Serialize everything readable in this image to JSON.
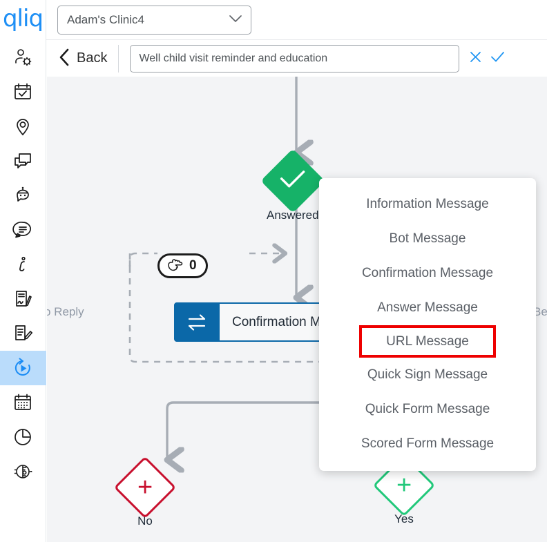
{
  "brand": {
    "logo_text": "qliq",
    "logo_color": "#1e8ff5"
  },
  "sidebar": {
    "items": [
      {
        "name": "user-settings",
        "icon": "user-gear-icon",
        "active": false
      },
      {
        "name": "tasks",
        "icon": "calendar-check-icon",
        "active": false
      },
      {
        "name": "location",
        "icon": "map-pin-icon",
        "active": false
      },
      {
        "name": "conversations",
        "icon": "chat-bubbles-icon",
        "active": false
      },
      {
        "name": "bot",
        "icon": "robot-icon",
        "active": false
      },
      {
        "name": "messages",
        "icon": "comment-lines-icon",
        "active": false
      },
      {
        "name": "info",
        "icon": "info-italic-icon",
        "active": false
      },
      {
        "name": "signature",
        "icon": "document-signature-icon",
        "active": false
      },
      {
        "name": "forms",
        "icon": "document-edit-icon",
        "active": false
      },
      {
        "name": "workflows",
        "icon": "replay-play-icon",
        "active": true
      },
      {
        "name": "schedule",
        "icon": "calendar-grid-icon",
        "active": false
      },
      {
        "name": "reports",
        "icon": "pie-chart-icon",
        "active": false
      },
      {
        "name": "ai",
        "icon": "ai-face-icon",
        "active": false
      }
    ]
  },
  "topbar": {
    "clinic_selected": "Adam's Clinic4",
    "chevron": "chevron-down-icon"
  },
  "header": {
    "back_label": "Back",
    "back_icon": "chevron-left-icon",
    "title_value": "Well child visit reminder and education",
    "title_placeholder": "Workflow name",
    "cancel_icon": "close-icon",
    "confirm_icon": "check-icon",
    "action_color": "#2196f3"
  },
  "canvas": {
    "background": "#f3f4f6",
    "nodes": {
      "answered": {
        "label": "Answered",
        "color": "#16b268",
        "icon": "check-icon"
      },
      "card": {
        "label": "Confirmation Me",
        "icon": "two-way-arrows-icon",
        "accent": "#0b68a8"
      },
      "no": {
        "label": "No",
        "color": "#c8102e",
        "icon": "plus-icon"
      },
      "yes": {
        "label": "Yes",
        "color": "#21c87a",
        "icon": "plus-icon"
      }
    },
    "pill": {
      "icon": "pointing-hand-icon",
      "count": "0"
    },
    "edge_labels": {
      "no_reply": "o Reply",
      "before": "Be"
    }
  },
  "menu": {
    "items": [
      {
        "label": "Information Message",
        "highlighted": false
      },
      {
        "label": "Bot Message",
        "highlighted": false
      },
      {
        "label": "Confirmation Message",
        "highlighted": false
      },
      {
        "label": "Answer Message",
        "highlighted": false
      },
      {
        "label": "URL Message",
        "highlighted": true
      },
      {
        "label": "Quick Sign Message",
        "highlighted": false
      },
      {
        "label": "Quick Form Message",
        "highlighted": false
      },
      {
        "label": "Scored Form Message",
        "highlighted": false
      }
    ],
    "highlight_color": "#ee0000"
  }
}
